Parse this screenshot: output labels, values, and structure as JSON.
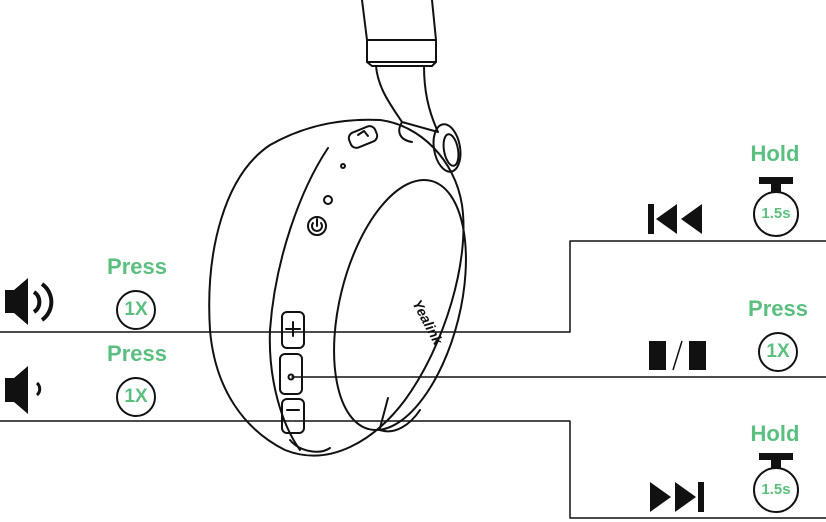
{
  "brand": "Yealink",
  "accent_color": "#5bbf7f",
  "line_color": "#111111",
  "controls": {
    "volume_up": {
      "action": "Press",
      "count": "1X",
      "icon": "volume-up-icon"
    },
    "volume_down": {
      "action": "Press",
      "count": "1X",
      "icon": "volume-down-icon"
    },
    "previous_track": {
      "action": "Hold",
      "duration": "1.5s",
      "icon": "previous-track-icon"
    },
    "play_pause": {
      "action": "Press",
      "count": "1X",
      "icon": "play-pause-icon"
    },
    "next_track": {
      "action": "Hold",
      "duration": "1.5s",
      "icon": "next-track-icon"
    }
  }
}
